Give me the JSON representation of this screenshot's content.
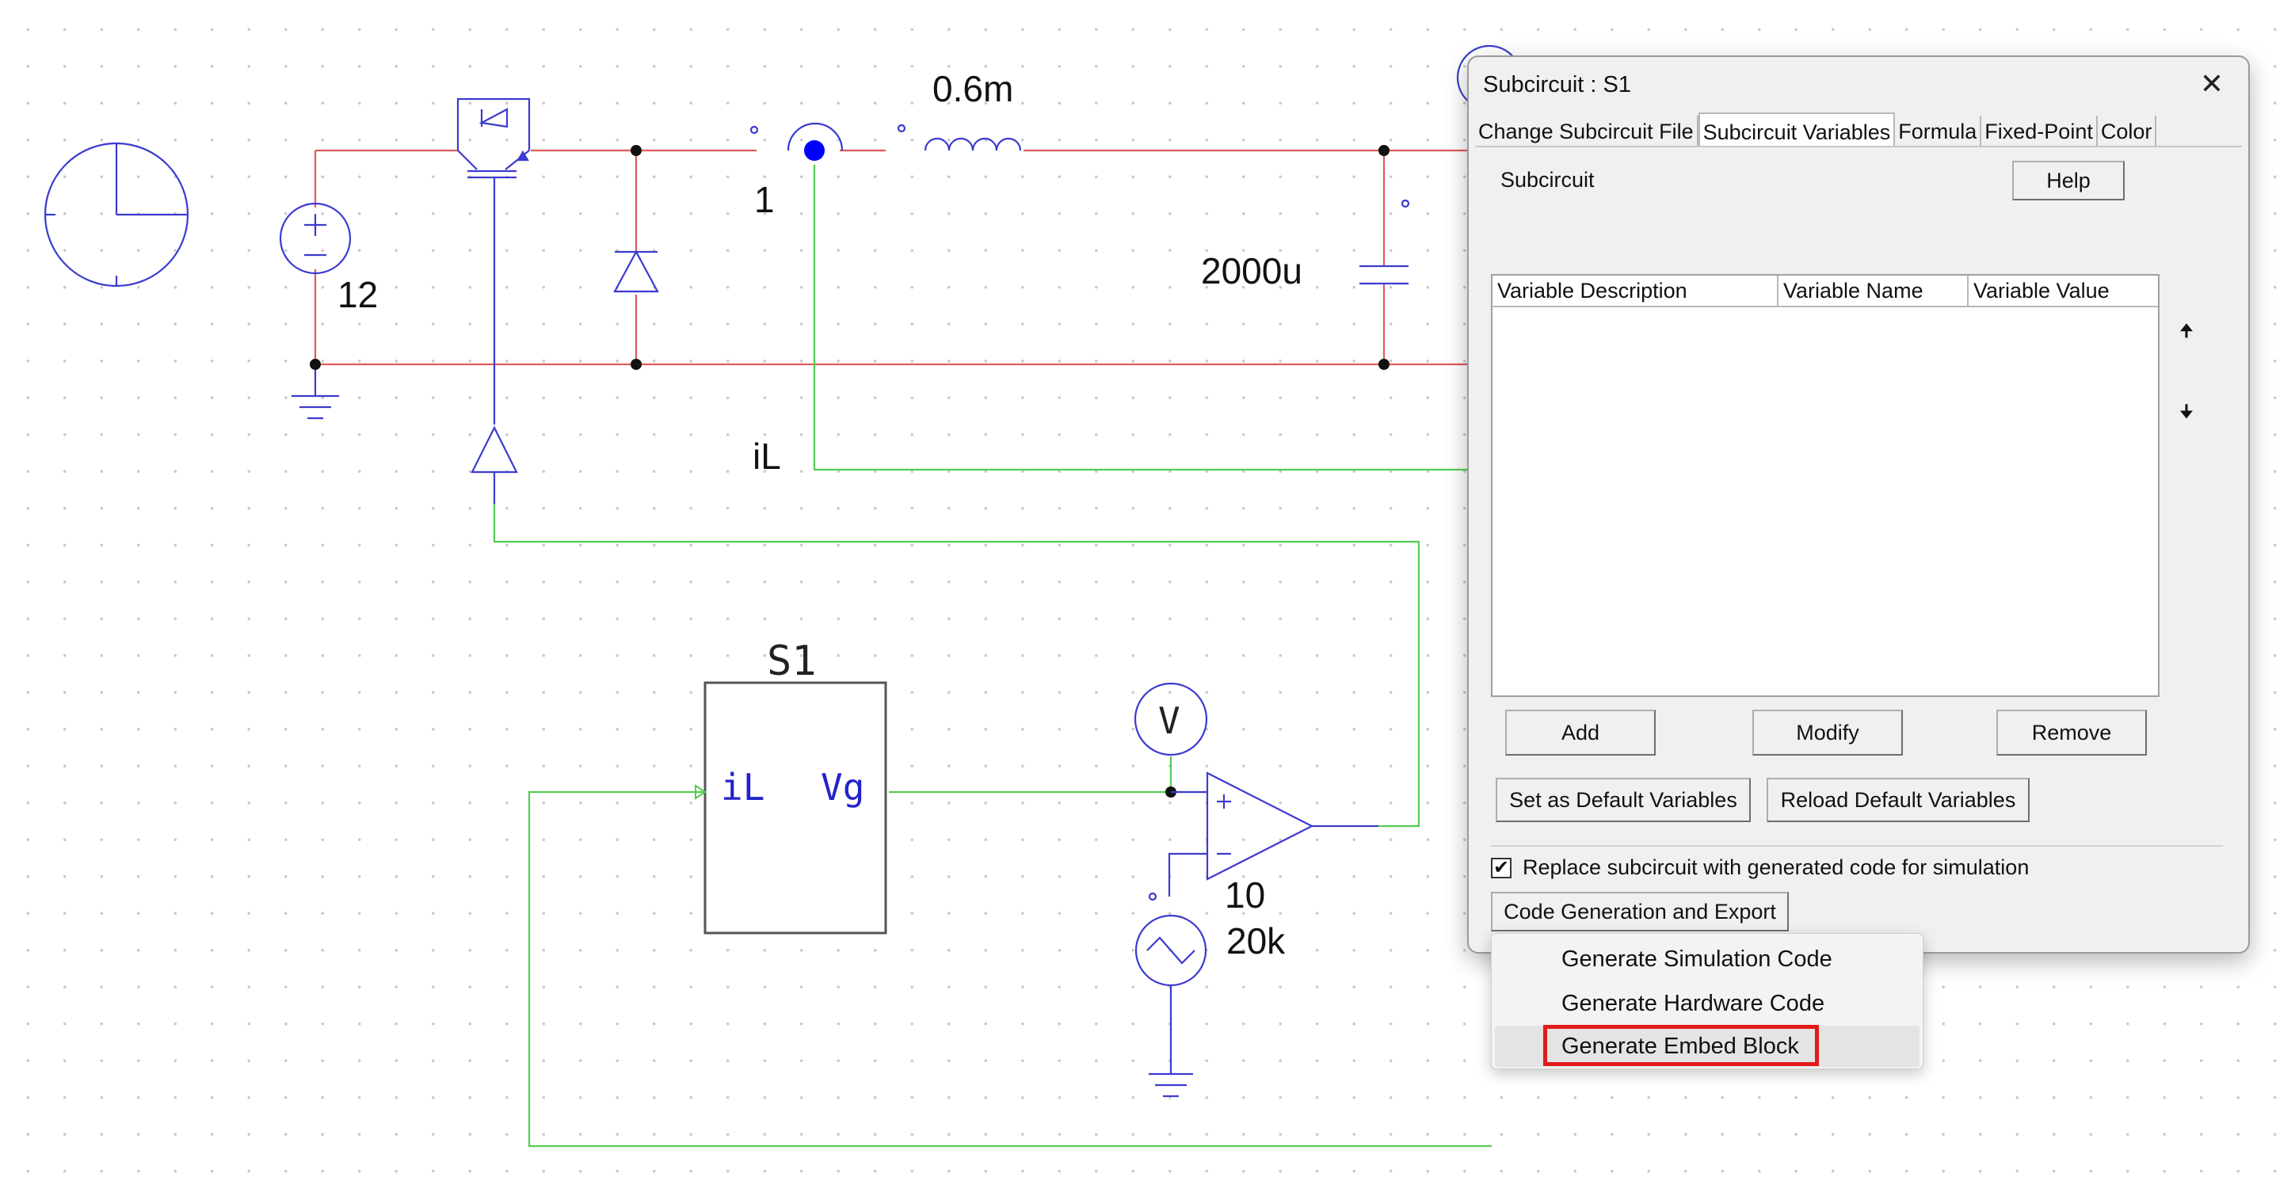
{
  "schematic": {
    "labels": {
      "source_voltage": "12",
      "current_sensor_gain": "1",
      "inductance": "0.6m",
      "capacitance": "2000u",
      "current_label": "iL",
      "subcircuit_name": "S1",
      "sub_port_left": "iL",
      "sub_port_right": "Vg",
      "voltmeter": "V",
      "ac_amplitude": "10",
      "ac_frequency": "20k"
    },
    "colors": {
      "power_wire": "#e05a5a",
      "control_wire": "#55cc55",
      "component": "#3b3bd0",
      "node": "#111111"
    }
  },
  "dialog": {
    "title": "Subcircuit : S1",
    "tabs": [
      "Change Subcircuit File",
      "Subcircuit Variables",
      "Formula",
      "Fixed-Point",
      "Color"
    ],
    "active_tab": "Subcircuit Variables",
    "subcircuit_label": "Subcircuit",
    "help_button": "Help",
    "table_columns": [
      "Variable Description",
      "Variable Name",
      "Variable Value"
    ],
    "table_rows": [],
    "add_button": "Add",
    "modify_button": "Modify",
    "remove_button": "Remove",
    "set_default_button": "Set as Default Variables",
    "reload_default_button": "Reload Default Variables",
    "replace_checkbox_label": "Replace subcircuit with generated code for simulation",
    "replace_checked": true,
    "codegen_button": "Code Generation and Export"
  },
  "menu": {
    "items": [
      "Generate Simulation Code",
      "Generate Hardware Code",
      "Generate Embed Block"
    ],
    "highlighted": "Generate Embed Block",
    "highlight_color": "#e21a1a"
  }
}
